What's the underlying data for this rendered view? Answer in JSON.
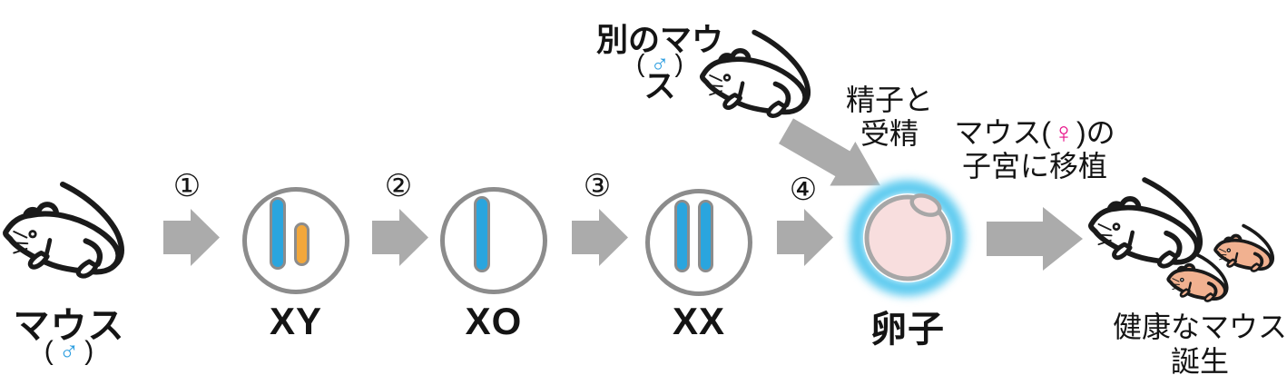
{
  "palette": {
    "arrow_gray": "#ABABAB",
    "cell_stroke": "#8C8C8C",
    "chromosome_blue": "#2AA5DE",
    "chromosome_orange": "#F2A73B",
    "egg_fill": "#F8DEDE",
    "egg_stroke": "#A7A7A7",
    "egg_glow": "#4FC6EE",
    "male_symbol_blue": "#2D9EE0",
    "female_symbol_pink": "#E8138A",
    "pup_fill": "#F1B190",
    "mouse_outline": "#1A1A1A"
  },
  "nodes": {
    "source_mouse": {
      "label": "マウス",
      "paren_open": "(",
      "symbol": "♂",
      "paren_close": ")"
    },
    "donor_mouse": {
      "label": "別のマウス",
      "paren_open": "(",
      "symbol": "♂",
      "paren_close": ")"
    },
    "xy_cell": {
      "label": "XY"
    },
    "xo_cell": {
      "label": "XO"
    },
    "xx_cell": {
      "label": "XX"
    },
    "egg": {
      "label": "卵子"
    },
    "offspring": {
      "line1": "健康なマウス",
      "line2": "誕生"
    }
  },
  "steps": {
    "s1": "①",
    "s2": "②",
    "s3": "③",
    "s4": "④"
  },
  "annotations": {
    "fertilization": {
      "line1": "精子と",
      "line2": "受精"
    },
    "transplant": {
      "pre": "マウス(",
      "symbol": "♀",
      "post": ")の",
      "line2": "子宮に移植"
    }
  }
}
